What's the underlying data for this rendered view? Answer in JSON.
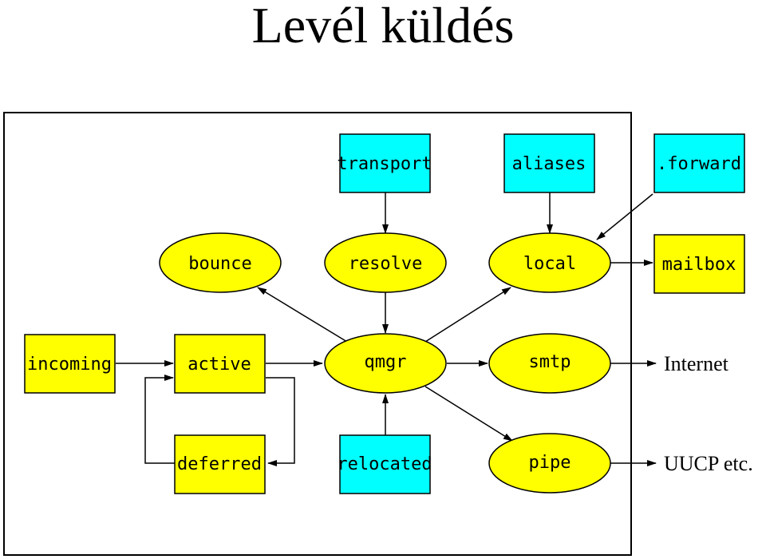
{
  "title": "Levél küldés",
  "colors": {
    "queue_fill": "#ffff00",
    "table_fill": "#00ffff",
    "stroke": "#000000",
    "background": "#ffffff"
  },
  "diagram": {
    "nodes": {
      "transport": "transport",
      "aliases": "aliases",
      "forward": ".forward",
      "bounce": "bounce",
      "resolve": "resolve",
      "local": "local",
      "mailbox": "mailbox",
      "incoming": "incoming",
      "active": "active",
      "qmgr": "qmgr",
      "smtp": "smtp",
      "deferred": "deferred",
      "relocated": "relocated",
      "pipe": "pipe"
    },
    "external": {
      "internet": "Internet",
      "uucp": "UUCP etc."
    },
    "edges": [
      [
        "transport",
        "resolve"
      ],
      [
        "aliases",
        "local"
      ],
      [
        "forward",
        "local"
      ],
      [
        "local",
        "mailbox"
      ],
      [
        "resolve",
        "qmgr"
      ],
      [
        "qmgr",
        "bounce"
      ],
      [
        "qmgr",
        "local"
      ],
      [
        "incoming",
        "active"
      ],
      [
        "active",
        "qmgr"
      ],
      [
        "qmgr",
        "smtp"
      ],
      [
        "smtp",
        "internet"
      ],
      [
        "active",
        "deferred"
      ],
      [
        "deferred",
        "active"
      ],
      [
        "relocated",
        "qmgr"
      ],
      [
        "qmgr",
        "pipe"
      ],
      [
        "pipe",
        "uucp"
      ]
    ]
  }
}
